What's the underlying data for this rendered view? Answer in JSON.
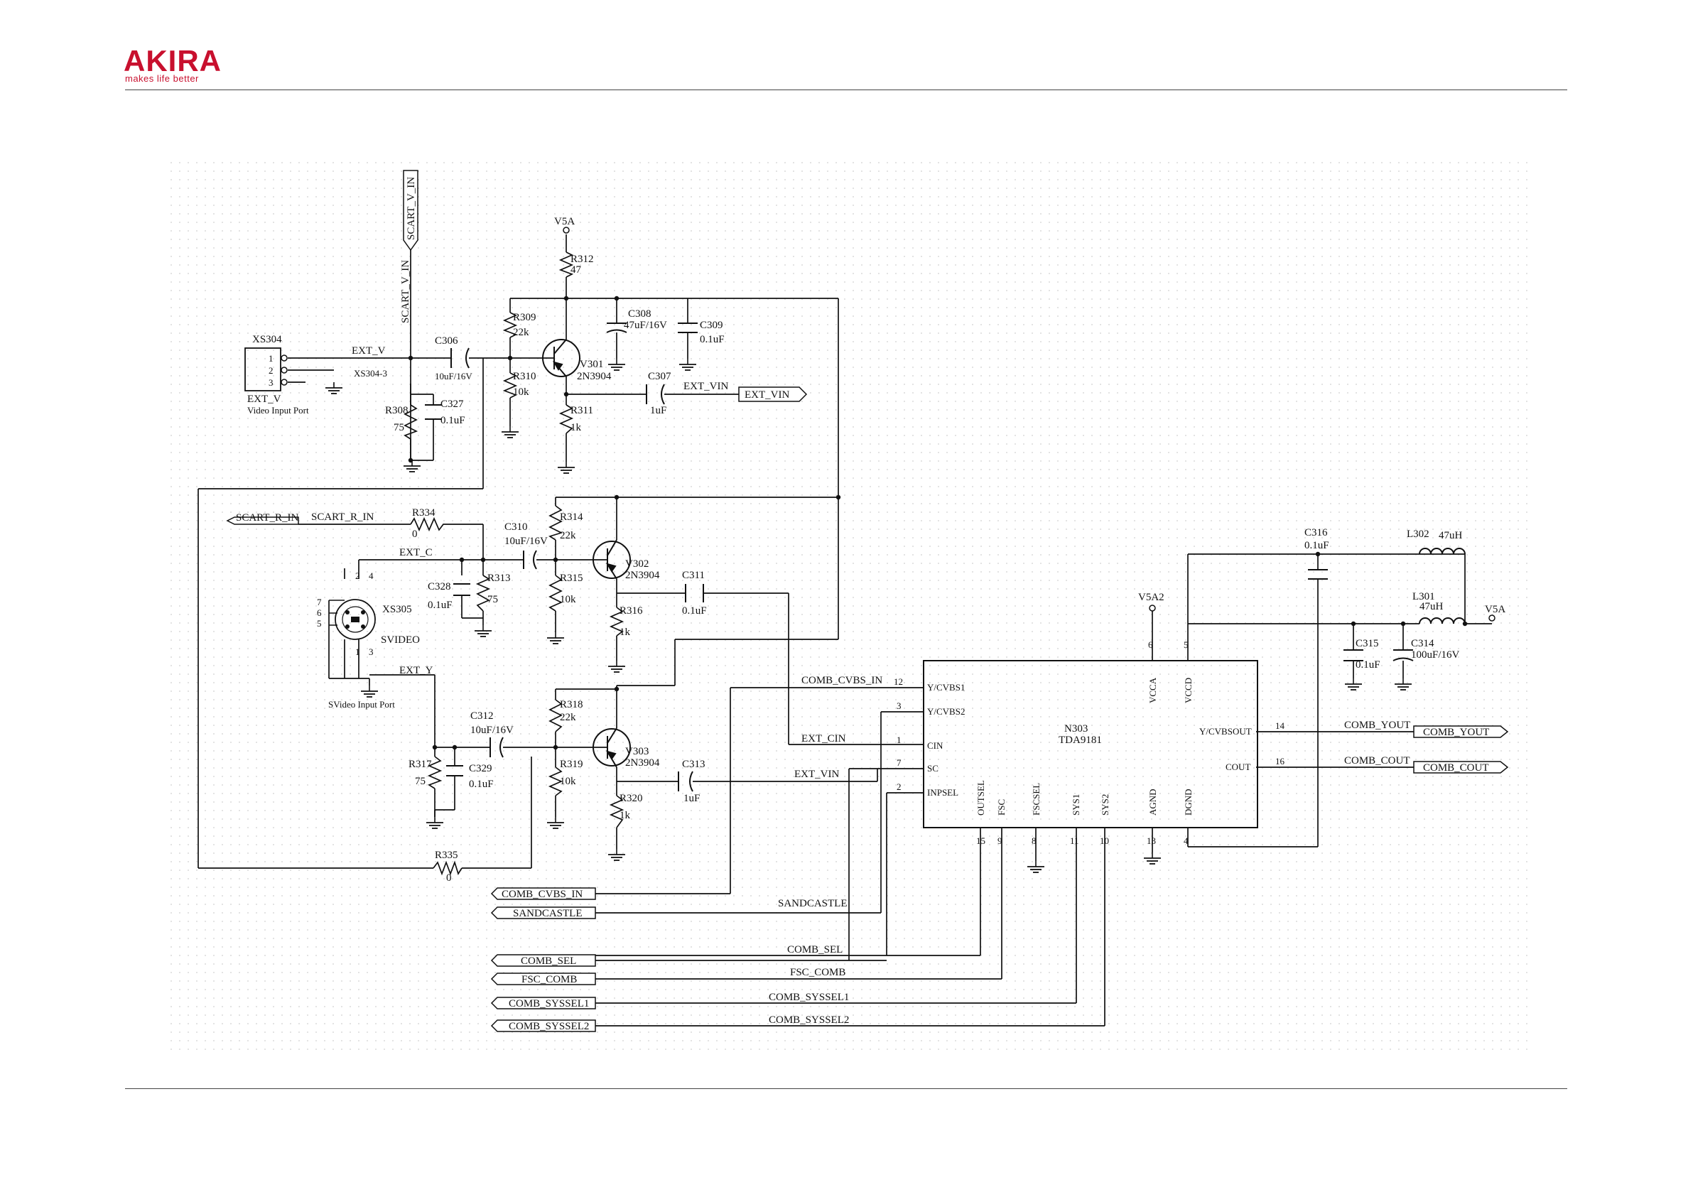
{
  "brand": {
    "name": "AKIRA",
    "tagline": "makes life better",
    "color": "#c8102e"
  },
  "schematic": {
    "nets": {
      "scart_v_in": "SCART_V_IN",
      "ext_v": "EXT_V",
      "ext_vin": "EXT_VIN",
      "scart_r_in": "SCART_R_IN",
      "ext_c": "EXT_C",
      "ext_y": "EXT_Y",
      "comb_cvbs_in": "COMB_CVBS_IN",
      "ext_cin": "EXT_CIN",
      "sandcastle": "SANDCASTLE",
      "comb_sel": "COMB_SEL",
      "fsc_comb": "FSC_COMB",
      "comb_syssel1": "COMB_SYSSEL1",
      "comb_syssel2": "COMB_SYSSEL2",
      "comb_yout": "COMB_YOUT",
      "comb_cout": "COMB_COUT",
      "v5a": "V5A",
      "v5a2": "V5A2"
    },
    "connectors": {
      "xs304": {
        "ref": "XS304",
        "pins": [
          "1",
          "2",
          "3"
        ],
        "pin3_label": "XS304-3",
        "name": "EXT_V",
        "desc": "Video Input Port"
      },
      "xs305": {
        "ref": "XS305",
        "name": "SVIDEO",
        "desc": "SVideo Input Port",
        "pins": [
          "1",
          "2",
          "3",
          "4",
          "5",
          "6",
          "7"
        ]
      }
    },
    "components": {
      "r308": {
        "ref": "R308",
        "value": "75"
      },
      "c327": {
        "ref": "C327",
        "value": "0.1uF"
      },
      "c306": {
        "ref": "C306",
        "value": "10uF/16V"
      },
      "r309": {
        "ref": "R309",
        "value": "22k"
      },
      "r310": {
        "ref": "R310",
        "value": "10k"
      },
      "r312": {
        "ref": "R312",
        "value": "47"
      },
      "v301": {
        "ref": "V301",
        "value": "2N3904"
      },
      "r311": {
        "ref": "R311",
        "value": "1k"
      },
      "c308": {
        "ref": "C308",
        "value": "47uF/16V"
      },
      "c309": {
        "ref": "C309",
        "value": "0.1uF"
      },
      "c307": {
        "ref": "C307",
        "value": "1uF"
      },
      "r334": {
        "ref": "R334",
        "value": "0"
      },
      "c310": {
        "ref": "C310",
        "value": "10uF/16V"
      },
      "c328": {
        "ref": "C328",
        "value": "0.1uF"
      },
      "r313": {
        "ref": "R313",
        "value": "75"
      },
      "r314": {
        "ref": "R314",
        "value": "22k"
      },
      "r315": {
        "ref": "R315",
        "value": "10k"
      },
      "v302": {
        "ref": "V302",
        "value": "2N3904"
      },
      "c311": {
        "ref": "C311",
        "value": "0.1uF"
      },
      "r316": {
        "ref": "R316",
        "value": "1k"
      },
      "c312": {
        "ref": "C312",
        "value": "10uF/16V"
      },
      "r317": {
        "ref": "R317",
        "value": "75"
      },
      "c329": {
        "ref": "C329",
        "value": "0.1uF"
      },
      "r318": {
        "ref": "R318",
        "value": "22k"
      },
      "r319": {
        "ref": "R319",
        "value": "10k"
      },
      "v303": {
        "ref": "V303",
        "value": "2N3904"
      },
      "c313": {
        "ref": "C313",
        "value": "1uF"
      },
      "r320": {
        "ref": "R320",
        "value": "1k"
      },
      "r335": {
        "ref": "R335",
        "value": "0"
      },
      "c316": {
        "ref": "C316",
        "value": "0.1uF"
      },
      "l302": {
        "ref": "L302",
        "value": "47uH"
      },
      "l301": {
        "ref": "L301",
        "value": "47uH"
      },
      "c315": {
        "ref": "C315",
        "value": "0.1uF"
      },
      "c314": {
        "ref": "C314",
        "value": "100uF/16V"
      }
    },
    "ic": {
      "ref": "N303",
      "part": "TDA9181",
      "pins": {
        "ycvbs1": {
          "name": "Y/CVBS1",
          "num": "12"
        },
        "ycvbs2": {
          "name": "Y/CVBS2",
          "num": "3"
        },
        "cin": {
          "name": "CIN",
          "num": "1"
        },
        "sc": {
          "name": "SC",
          "num": "7"
        },
        "inpsel": {
          "name": "INPSEL",
          "num": "2"
        },
        "outsel": {
          "name": "OUTSEL",
          "num": "15"
        },
        "fsc": {
          "name": "FSC",
          "num": "9"
        },
        "fscsel": {
          "name": "FSCSEL",
          "num": "8"
        },
        "sys1": {
          "name": "SYS1",
          "num": "11"
        },
        "sys2": {
          "name": "SYS2",
          "num": "10"
        },
        "agnd": {
          "name": "AGND",
          "num": "13"
        },
        "dgnd": {
          "name": "DGND",
          "num": "4"
        },
        "vcca": {
          "name": "VCCA",
          "num": "6"
        },
        "vccd": {
          "name": "VCCD",
          "num": "5"
        },
        "ycvbsout": {
          "name": "Y/CVBSOUT",
          "num": "14"
        },
        "cout": {
          "name": "COUT",
          "num": "16"
        }
      }
    }
  }
}
